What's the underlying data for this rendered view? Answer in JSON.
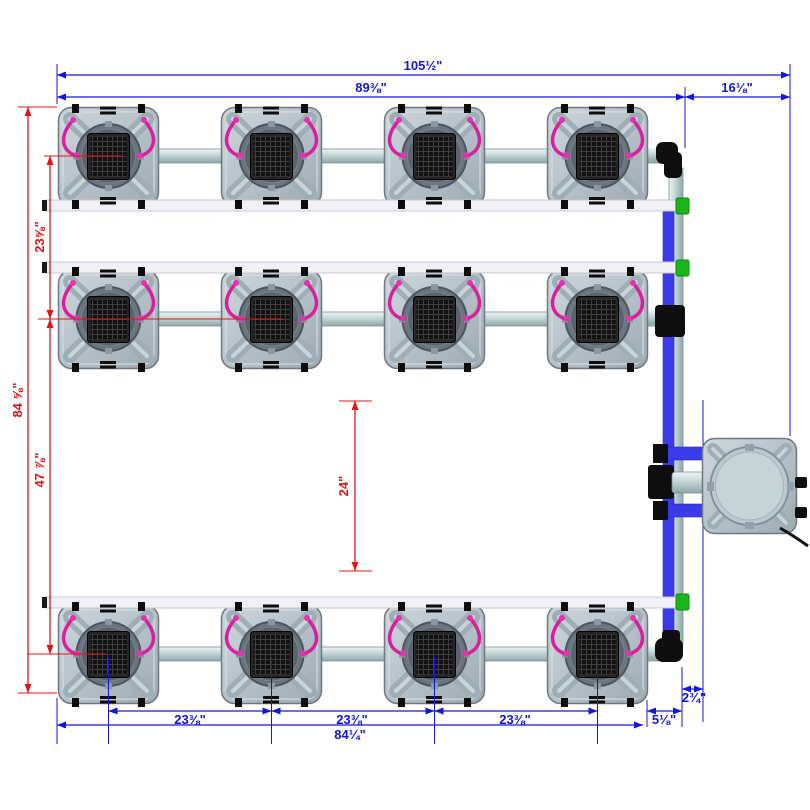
{
  "system": {
    "grow_sites": 12,
    "rows": 3,
    "sites_per_row": 4,
    "reservoirs": 1
  },
  "dims": {
    "total_width": "105½\"",
    "system_width": "89⅜\"",
    "reservoir_width": "16⅛\"",
    "total_depth": "84 ⅝\"",
    "row_spacing_front": "23⅝\"",
    "row_spacing_back": "47 ⅞\"",
    "walkway_width": "24\"",
    "pot_spacing_a": "23⅜\"",
    "pot_spacing_b": "23⅜\"",
    "pot_spacing_c": "23⅜\"",
    "row_length": "84¼\"",
    "manifold_offset": "5⅛\"",
    "reservoir_gap": "2¾\""
  },
  "colors": {
    "dimension_blue": "#1414e0",
    "dimension_red": "#e61414",
    "feed_pipe_blue": "#3b3bea",
    "return_pipe_white": "#f0f0f5",
    "pipe_gray": "#c3d6d6",
    "hose_magenta": "#d6219f",
    "fitting_green": "#1ab51a",
    "fitting_black": "#0e0e0e",
    "bucket_gray": "#b7c2ca"
  }
}
